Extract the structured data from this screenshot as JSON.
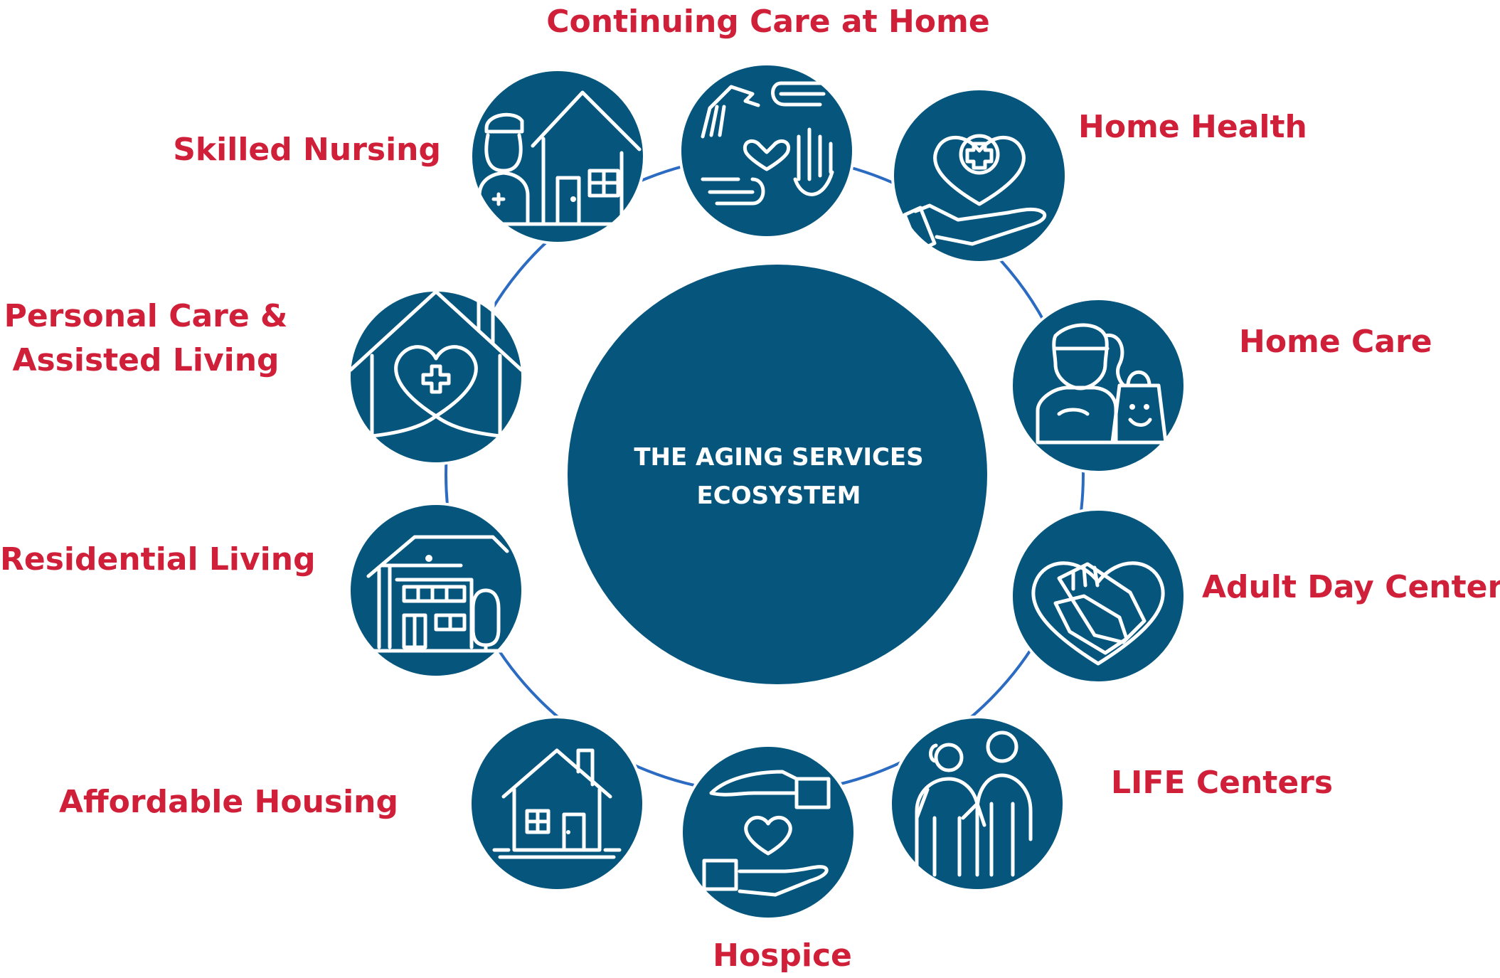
{
  "center": {
    "line1": "THE AGING SERVICES",
    "line2": "ECOSYSTEM"
  },
  "services": [
    {
      "line1": "Continuing Care at Home",
      "line2": "",
      "icon": "hands-heart-icon"
    },
    {
      "line1": "Home Health",
      "line2": "",
      "icon": "hand-heart-cross-icon"
    },
    {
      "line1": "Home Care",
      "line2": "",
      "icon": "caregiver-shopping-bag-icon"
    },
    {
      "line1": "Adult Day Centers",
      "line2": "",
      "icon": "heart-hands-icon"
    },
    {
      "line1": "LIFE Centers",
      "line2": "",
      "icon": "elderly-couple-icon"
    },
    {
      "line1": "Hospice",
      "line2": "",
      "icon": "hands-holding-heart-icon"
    },
    {
      "line1": "Affordable Housing",
      "line2": "",
      "icon": "small-house-icon"
    },
    {
      "line1": "Residential Living",
      "line2": "",
      "icon": "apartment-building-icon"
    },
    {
      "line1": "Personal Care &",
      "line2": "Assisted Living",
      "icon": "house-heart-cross-icon"
    },
    {
      "line1": "Skilled Nursing",
      "line2": "",
      "icon": "nurse-house-icon"
    }
  ],
  "colors": {
    "node_fill": "#05557c",
    "ring": "#2b6bc2",
    "label": "#d01f38",
    "icon": "#ffffff"
  }
}
